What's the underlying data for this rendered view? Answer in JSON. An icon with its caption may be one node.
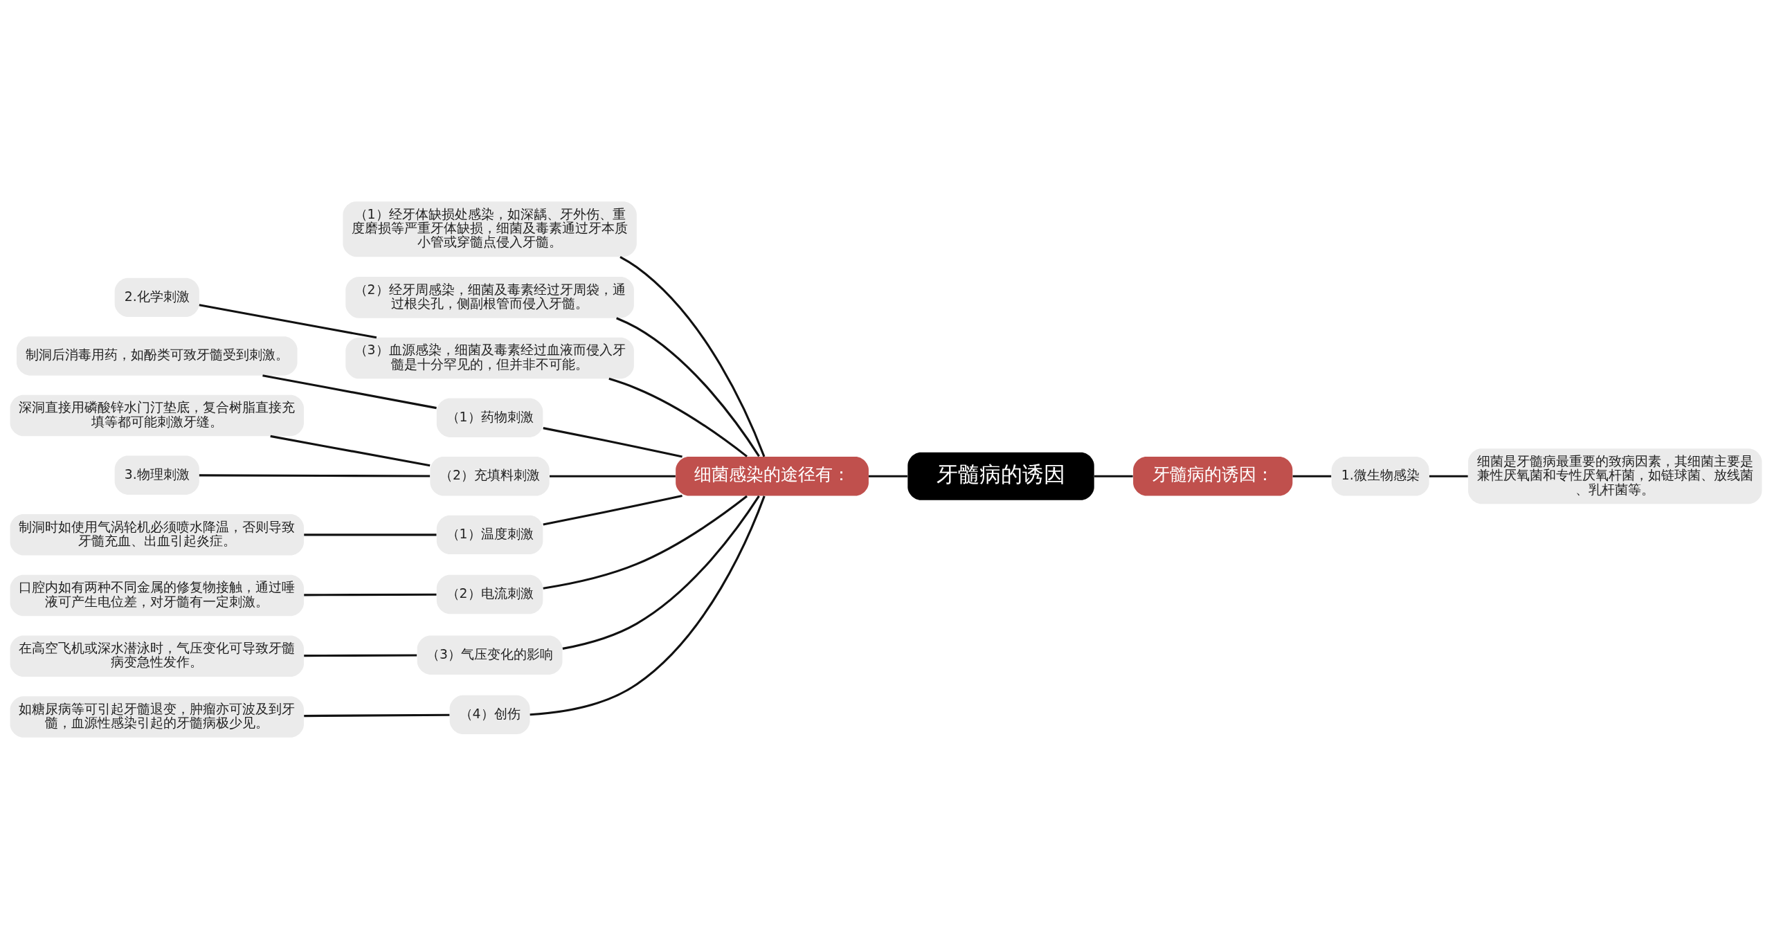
{
  "diagram": {
    "nodes": [
      {
        "text": [
          "牙髓病的诱因"
        ]
      },
      {
        "text": [
          "细菌感染的途径有："
        ]
      },
      {
        "text": [
          "牙髓病的诱因："
        ]
      },
      {
        "text": [
          "1.微生物感染"
        ]
      },
      {
        "text": [
          "细菌是牙髓病最重要的致病因素，其细菌主要是兼性厌氧菌和专性厌氧杆菌，如链球菌、放线菌、乳杆菌等。"
        ]
      },
      {
        "text": [
          "（1）经牙体缺损处感染，如深龋、牙外伤、重度磨损等严重牙体缺损，细菌及毒素通过牙本质小管或穿髓点侵入牙髓。"
        ]
      },
      {
        "text": [
          "（2）经牙周感染，细菌及毒素经过牙周袋，通过根尖孔，侧副根管而侵入牙髓。"
        ]
      },
      {
        "text": [
          "2.化学刺激"
        ]
      },
      {
        "text": [
          "（3）血源感染，细菌及毒素经过血液而侵入牙髓是十分罕见的，但并非不可能。"
        ]
      },
      {
        "text": [
          "制洞后消毒用药，如酚类可致牙髓受到刺激。"
        ]
      },
      {
        "text": [
          "（1）药物刺激"
        ]
      },
      {
        "text": [
          "深洞直接用磷酸锌水门汀垫底，复合树脂直接充填等都可能刺激牙缝。"
        ]
      },
      {
        "text": [
          "3.物理刺激"
        ]
      },
      {
        "text": [
          "（2）充填料刺激"
        ]
      },
      {
        "text": [
          "制洞时如使用气涡轮机必须喷水降温，否则导致牙髓充血、出血引起炎症。"
        ]
      },
      {
        "text": [
          "（1）温度刺激"
        ]
      },
      {
        "text": [
          "口腔内如有两种不同金属的修复物接触，通过唾液可产生电位差，对牙髓有一定刺激。"
        ]
      },
      {
        "text": [
          "（2）电流刺激"
        ]
      },
      {
        "text": [
          "在高空飞机或深水潜泳时，气压变化可导致牙髓病变急性发作。"
        ]
      },
      {
        "text": [
          "（3）气压变化的影响"
        ]
      },
      {
        "text": [
          "如糖尿病等可引起牙髓退变，肿瘤亦可波及到牙髓，血源性感染引起的牙髓病极少见。"
        ]
      },
      {
        "text": [
          "（4）创伤"
        ]
      }
    ],
    "edges": [
      {
        "from": 1,
        "to": 0,
        "arrow": "none"
      },
      {
        "from": 0,
        "to": 2,
        "arrow": "none"
      },
      {
        "from": 2,
        "to": 3,
        "arrow": "none"
      },
      {
        "from": 3,
        "to": 4,
        "arrow": "none"
      },
      {
        "from": 5,
        "to": 1,
        "arrow": "none"
      },
      {
        "from": 6,
        "to": 1,
        "arrow": "none"
      },
      {
        "from": 8,
        "to": 1,
        "arrow": "none"
      },
      {
        "from": 7,
        "to": 8,
        "arrow": "none"
      },
      {
        "from": 10,
        "to": 1,
        "arrow": "none"
      },
      {
        "from": 9,
        "to": 10,
        "arrow": "none"
      },
      {
        "from": 13,
        "to": 1,
        "arrow": "none"
      },
      {
        "from": 11,
        "to": 13,
        "arrow": "none"
      },
      {
        "from": 12,
        "to": 13,
        "arrow": "none"
      },
      {
        "from": 15,
        "to": 1,
        "arrow": "none"
      },
      {
        "from": 14,
        "to": 15,
        "arrow": "none"
      },
      {
        "from": 17,
        "to": 1,
        "arrow": "none"
      },
      {
        "from": 16,
        "to": 17,
        "arrow": "none"
      },
      {
        "from": 19,
        "to": 1,
        "arrow": "none"
      },
      {
        "from": 18,
        "to": 19,
        "arrow": "none"
      },
      {
        "from": 21,
        "to": 1,
        "arrow": "none"
      },
      {
        "from": 20,
        "to": 21,
        "arrow": "none"
      }
    ]
  }
}
